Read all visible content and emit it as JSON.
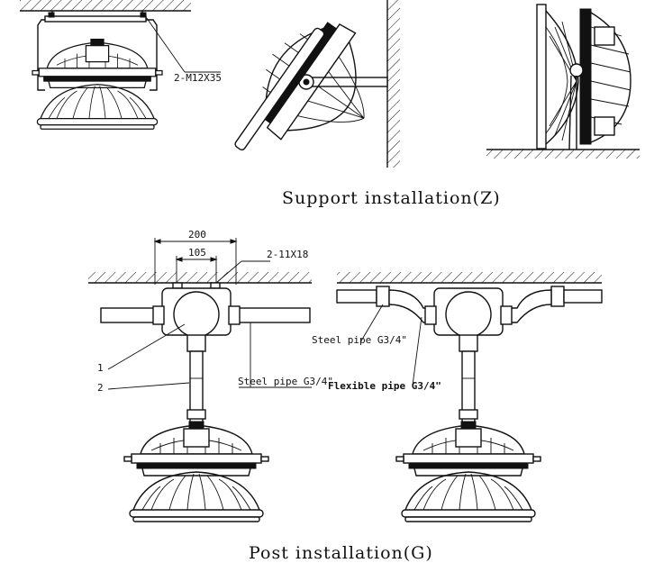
{
  "support": {
    "caption": "Support installation(Z)",
    "bolt_label": "2-M12X35"
  },
  "post": {
    "caption": "Post installation(G)",
    "dim_overall": "200",
    "dim_inner": "105",
    "bolt_label": "2-11X18",
    "callout_1": "1",
    "callout_2": "2",
    "steel_pipe_left": "Steel pipe G3/4\"",
    "steel_pipe_right": "Steel pipe G3/4\"",
    "flexible_pipe": "Flexible pipe G3/4\""
  }
}
